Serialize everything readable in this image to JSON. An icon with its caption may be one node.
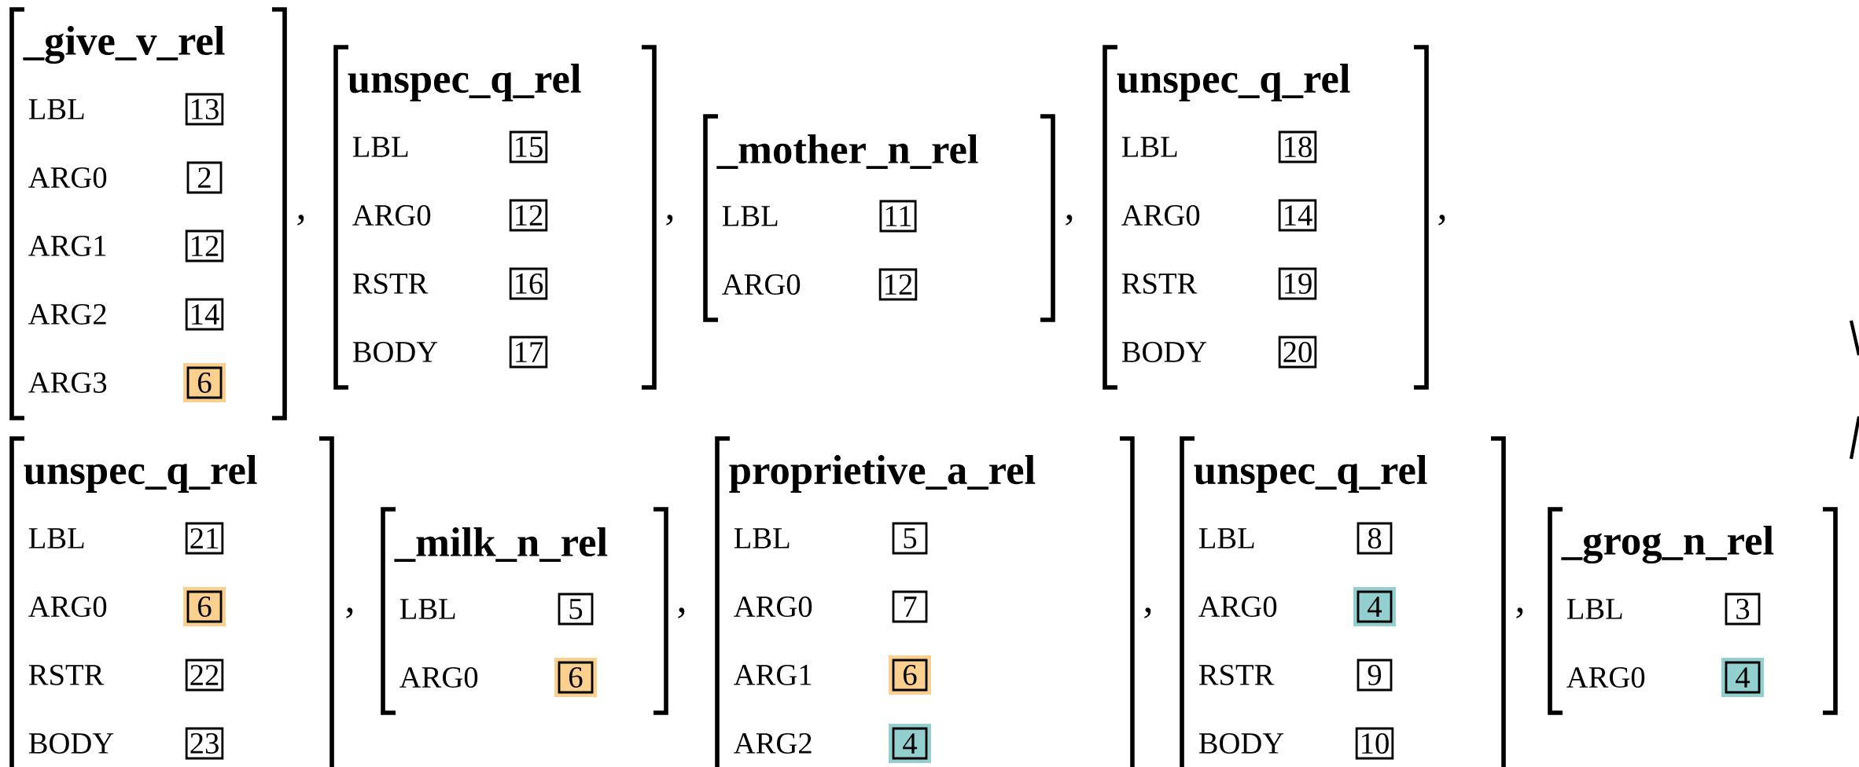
{
  "diagram": {
    "nodes": [
      {
        "text": [
          "_give_v_rel",
          "LBL",
          "ARG0",
          "ARG1",
          "ARG2",
          "ARG3"
        ]
      },
      {
        "text": [
          "13"
        ],
        "in": 0
      },
      {
        "text": [
          "2"
        ],
        "in": 0
      },
      {
        "text": [
          "12"
        ],
        "in": 0
      },
      {
        "text": [
          "14"
        ],
        "in": 0
      },
      {
        "text": [
          "6"
        ],
        "in": 0
      },
      {
        "text": [
          "unspec_q_rel",
          "LBL",
          "ARG0",
          "RSTR",
          "BODY"
        ]
      },
      {
        "text": [
          "15"
        ],
        "in": 6
      },
      {
        "text": [
          "12"
        ],
        "in": 6
      },
      {
        "text": [
          "16"
        ],
        "in": 6
      },
      {
        "text": [
          "17"
        ],
        "in": 6
      },
      {
        "text": [
          "_mother_n_rel",
          "LBL",
          "ARG0"
        ]
      },
      {
        "text": [
          "11"
        ],
        "in": 11
      },
      {
        "text": [
          "12"
        ],
        "in": 11
      },
      {
        "text": [
          "unspec_q_rel",
          "LBL",
          "ARG0",
          "RSTR",
          "BODY"
        ]
      },
      {
        "text": [
          "18"
        ],
        "in": 14
      },
      {
        "text": [
          "14"
        ],
        "in": 14
      },
      {
        "text": [
          "19"
        ],
        "in": 14
      },
      {
        "text": [
          "20"
        ],
        "in": 14
      },
      {
        "text": [
          "unspec_q_rel",
          "LBL",
          "ARG0",
          "RSTR",
          "BODY"
        ]
      },
      {
        "text": [
          "21"
        ],
        "in": 19
      },
      {
        "text": [
          "6"
        ],
        "in": 19
      },
      {
        "text": [
          "22"
        ],
        "in": 19
      },
      {
        "text": [
          "23"
        ],
        "in": 19
      },
      {
        "text": [
          "_milk_n_rel",
          "LBL",
          "ARG0"
        ]
      },
      {
        "text": [
          "5"
        ],
        "in": 24
      },
      {
        "text": [
          "6"
        ],
        "in": 24
      },
      {
        "text": [
          "proprietive_a_rel",
          "LBL",
          "ARG0",
          "ARG1",
          "ARG2"
        ]
      },
      {
        "text": [
          "5"
        ],
        "in": 27
      },
      {
        "text": [
          "7"
        ],
        "in": 27
      },
      {
        "text": [
          "6"
        ],
        "in": 27
      },
      {
        "text": [
          "4"
        ],
        "in": 27
      },
      {
        "text": [
          "unspec_q_rel",
          "LBL",
          "ARG0",
          "RSTR",
          "BODY"
        ]
      },
      {
        "text": [
          "8"
        ],
        "in": 32
      },
      {
        "text": [
          "4"
        ],
        "in": 32
      },
      {
        "text": [
          "9"
        ],
        "in": 32
      },
      {
        "text": [
          "10"
        ],
        "in": 32
      },
      {
        "text": [
          "_grog_n_rel",
          "LBL",
          "ARG0"
        ]
      },
      {
        "text": [
          "3"
        ],
        "in": 37
      },
      {
        "text": [
          "4"
        ],
        "in": 37
      }
    ],
    "labels": [
      ",",
      ",",
      ",",
      ",",
      ",",
      ",",
      ",",
      ","
    ]
  }
}
